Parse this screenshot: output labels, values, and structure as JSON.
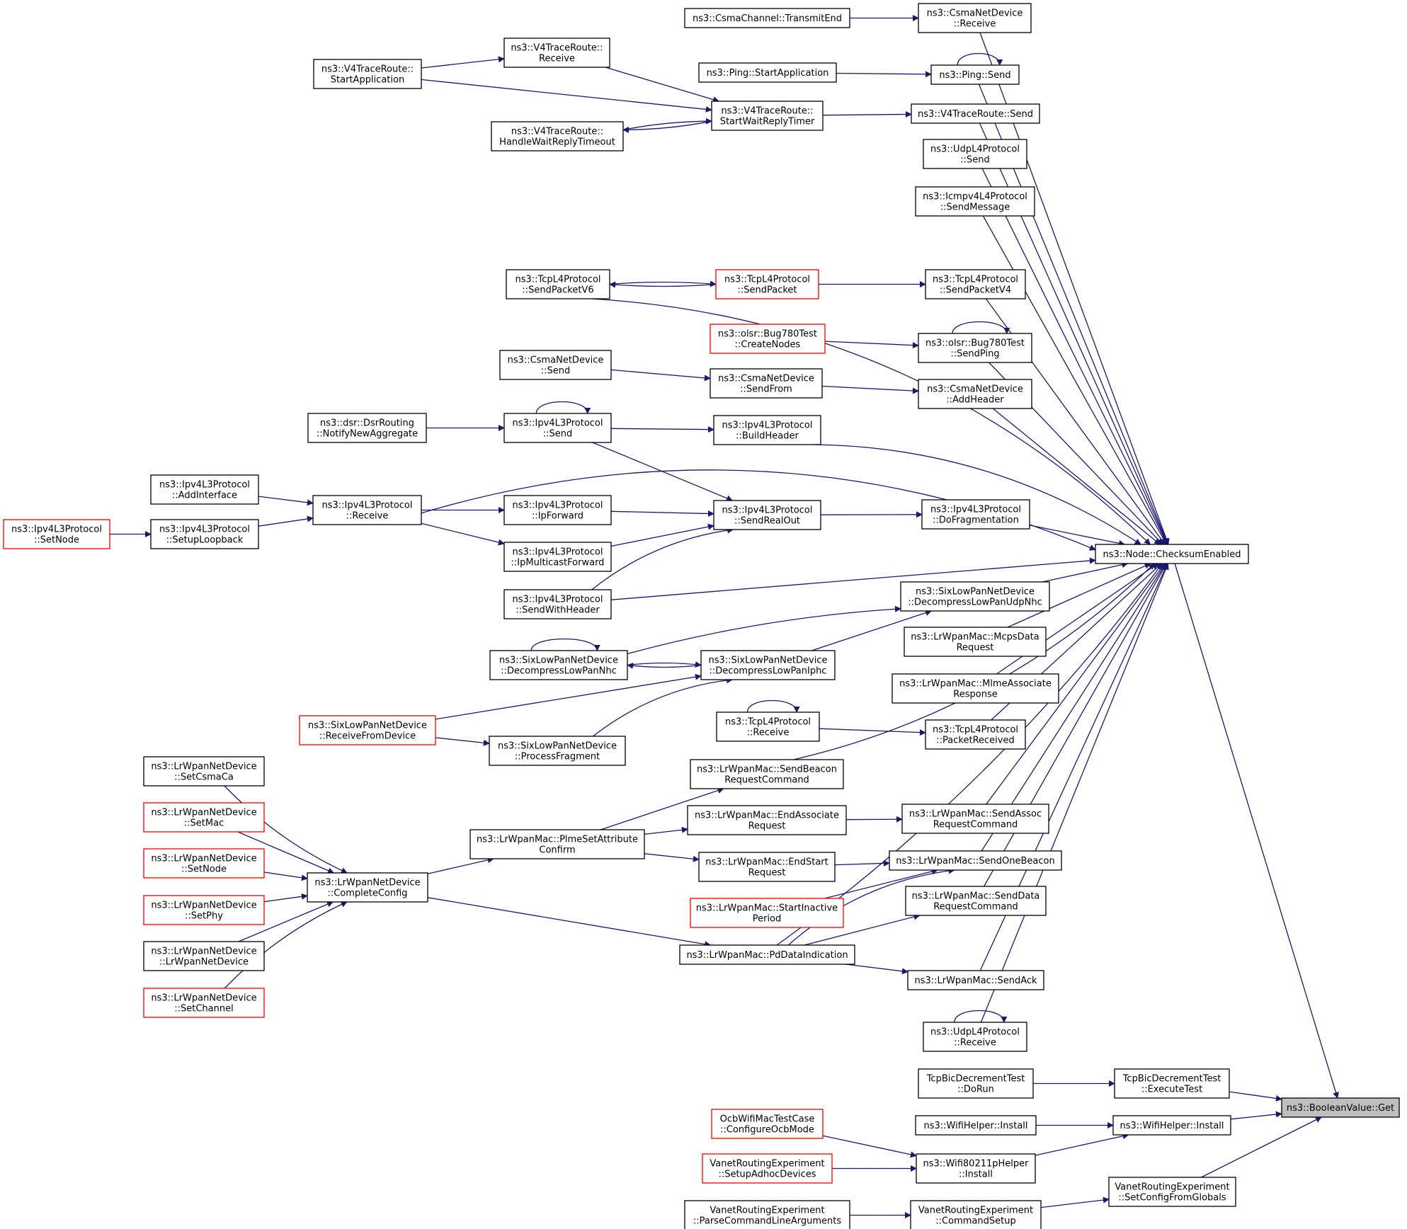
{
  "colors": {
    "edge": "#191970",
    "highlight": "#bfbfbf",
    "red_border": "#ff0000"
  },
  "nodes": {
    "get": [
      "ns3::BooleanValue::Get"
    ],
    "checksum": [
      "ns3::Node::ChecksumEnabled"
    ],
    "csmaRecv": [
      "ns3::CsmaNetDevice",
      "::Receive"
    ],
    "transmitEnd": [
      "ns3::CsmaChannel::TransmitEnd"
    ],
    "pingSend": [
      "ns3::Ping::Send"
    ],
    "pingStart": [
      "ns3::Ping::StartApplication"
    ],
    "v4Send": [
      "ns3::V4TraceRoute::Send"
    ],
    "v4Wait": [
      "ns3::V4TraceRoute::",
      "StartWaitReplyTimer"
    ],
    "v4Recv": [
      "ns3::V4TraceRoute::",
      "Receive"
    ],
    "v4Start": [
      "ns3::V4TraceRoute::",
      "StartApplication"
    ],
    "v4Handle": [
      "ns3::V4TraceRoute::",
      "HandleWaitReplyTimeout"
    ],
    "udpSend": [
      "ns3::UdpL4Protocol",
      "::Send"
    ],
    "icmpSend": [
      "ns3::Icmpv4L4Protocol",
      "::SendMessage"
    ],
    "tcpV6": [
      "ns3::TcpL4Protocol",
      "::SendPacketV6"
    ],
    "tcpSendPacket": [
      "ns3::TcpL4Protocol",
      "::SendPacket"
    ],
    "tcpV4": [
      "ns3::TcpL4Protocol",
      "::SendPacketV4"
    ],
    "olsrCreate": [
      "ns3::olsr::Bug780Test",
      "::CreateNodes"
    ],
    "olsrPing": [
      "ns3::olsr::Bug780Test",
      "::SendPing"
    ],
    "csmaSend": [
      "ns3::CsmaNetDevice",
      "::Send"
    ],
    "csmaSendFrom": [
      "ns3::CsmaNetDevice",
      "::SendFrom"
    ],
    "csmaAddHeader": [
      "ns3::CsmaNetDevice",
      "::AddHeader"
    ],
    "dsrNotify": [
      "ns3::dsr::DsrRouting",
      "::NotifyNewAggregate"
    ],
    "ipv4Send": [
      "ns3::Ipv4L3Protocol",
      "::Send"
    ],
    "ipv4Build": [
      "ns3::Ipv4L3Protocol",
      "::BuildHeader"
    ],
    "ipv4AddIf": [
      "ns3::Ipv4L3Protocol",
      "::AddInterface"
    ],
    "ipv4Recv": [
      "ns3::Ipv4L3Protocol",
      "::Receive"
    ],
    "ipv4SetNode": [
      "ns3::Ipv4L3Protocol",
      "::SetNode"
    ],
    "ipv4Loop": [
      "ns3::Ipv4L3Protocol",
      "::SetupLoopback"
    ],
    "ipv4Fwd": [
      "ns3::Ipv4L3Protocol",
      "::IpForward"
    ],
    "ipv4MFwd": [
      "ns3::Ipv4L3Protocol",
      "::IpMulticastForward"
    ],
    "ipv4RealOut": [
      "ns3::Ipv4L3Protocol",
      "::SendRealOut"
    ],
    "ipv4Frag": [
      "ns3::Ipv4L3Protocol",
      "::DoFragmentation"
    ],
    "ipv4WithHdr": [
      "ns3::Ipv4L3Protocol",
      "::SendWithHeader"
    ],
    "sixUdpNhc": [
      "ns3::SixLowPanNetDevice",
      "::DecompressLowPanUdpNhc"
    ],
    "sixNhc": [
      "ns3::SixLowPanNetDevice",
      "::DecompressLowPanNhc"
    ],
    "sixIphc": [
      "ns3::SixLowPanNetDevice",
      "::DecompressLowPanIphc"
    ],
    "sixRecvFrom": [
      "ns3::SixLowPanNetDevice",
      "::ReceiveFromDevice"
    ],
    "sixFrag": [
      "ns3::SixLowPanNetDevice",
      "::ProcessFragment"
    ],
    "mcpsData": [
      "ns3::LrWpanMac::McpsData",
      "Request"
    ],
    "mlmeAssoc": [
      "ns3::LrWpanMac::MlmeAssociate",
      "Response"
    ],
    "tcpRecv": [
      "ns3::TcpL4Protocol",
      "::Receive"
    ],
    "tcpPktRecv": [
      "ns3::TcpL4Protocol",
      "::PacketReceived"
    ],
    "sendBeaconReq": [
      "ns3::LrWpanMac::SendBeacon",
      "RequestCommand"
    ],
    "endAssoc": [
      "ns3::LrWpanMac::EndAssociate",
      "Request"
    ],
    "sendAssocReq": [
      "ns3::LrWpanMac::SendAssoc",
      "RequestCommand"
    ],
    "plmeSet": [
      "ns3::LrWpanMac::PlmeSetAttribute",
      "Confirm"
    ],
    "endStart": [
      "ns3::LrWpanMac::EndStart",
      "Request"
    ],
    "sendOneBeacon": [
      "ns3::LrWpanMac::SendOneBeacon"
    ],
    "startInactive": [
      "ns3::LrWpanMac::StartInactive",
      "Period"
    ],
    "sendDataReq": [
      "ns3::LrWpanMac::SendData",
      "RequestCommand"
    ],
    "pdData": [
      "ns3::LrWpanMac::PdDataIndication"
    ],
    "sendAck": [
      "ns3::LrWpanMac::SendAck"
    ],
    "udpRecv": [
      "ns3::UdpL4Protocol",
      "::Receive"
    ],
    "setCsma": [
      "ns3::LrWpanNetDevice",
      "::SetCsmaCa"
    ],
    "setMac": [
      "ns3::LrWpanNetDevice",
      "::SetMac"
    ],
    "setNode": [
      "ns3::LrWpanNetDevice",
      "::SetNode"
    ],
    "setPhy": [
      "ns3::LrWpanNetDevice",
      "::SetPhy"
    ],
    "lrCtor": [
      "ns3::LrWpanNetDevice",
      "::LrWpanNetDevice"
    ],
    "setChannel": [
      "ns3::LrWpanNetDevice",
      "::SetChannel"
    ],
    "completeConfig": [
      "ns3::LrWpanNetDevice",
      "::CompleteConfig"
    ],
    "bicDoRun": [
      "TcpBicDecrementTest",
      "::DoRun"
    ],
    "bicExec": [
      "TcpBicDecrementTest",
      "::ExecuteTest"
    ],
    "ocbConfig": [
      "OcbWifiMacTestCase",
      "::ConfigureOcbMode"
    ],
    "wifiInstall1": [
      "ns3::WifiHelper::Install"
    ],
    "wifiInstall2": [
      "ns3::WifiHelper::Install"
    ],
    "vanetAdhoc": [
      "VanetRoutingExperiment",
      "::SetupAdhocDevices"
    ],
    "wifi80211p": [
      "ns3::Wifi80211pHelper",
      "::Install"
    ],
    "vanetSetCfg": [
      "VanetRoutingExperiment",
      "::SetConfigFromGlobals"
    ],
    "vanetParse": [
      "VanetRoutingExperiment",
      "::ParseCommandLineArguments"
    ],
    "vanetCmd": [
      "VanetRoutingExperiment",
      "::CommandSetup"
    ]
  }
}
